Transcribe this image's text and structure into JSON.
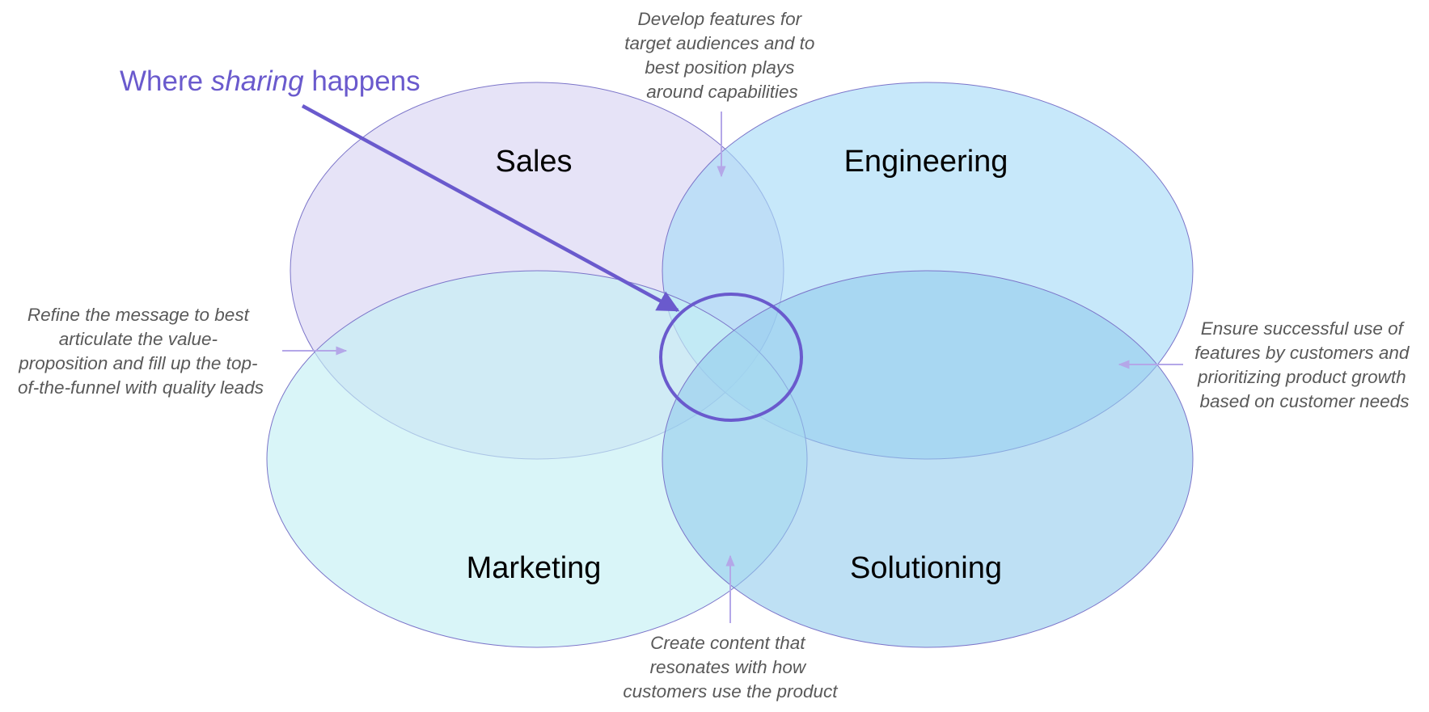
{
  "headline": {
    "prefix": "Where ",
    "emphasis": "sharing",
    "suffix": " happens"
  },
  "sections": {
    "sales": "Sales",
    "engineering": "Engineering",
    "marketing": "Marketing",
    "solutioning": "Solutioning"
  },
  "notes": {
    "top": [
      "Develop features for",
      "target audiences and to",
      "best position plays",
      "around capabilities"
    ],
    "left": [
      "Refine the message to best",
      "articulate the value-",
      "proposition and fill up the top-",
      "of-the-funnel with quality leads"
    ],
    "right": [
      "Ensure successful use of",
      "features by customers and",
      "prioritizing product growth",
      "based on customer needs"
    ],
    "bottom": [
      "Create content that",
      "resonates with how",
      "customers use the product"
    ]
  },
  "colors": {
    "accent": "#6A5ACD",
    "arrow_light": "#B4A7E8",
    "sales_fill": "#DCD7F3",
    "engineering_fill": "#A9DCF7",
    "marketing_fill": "#C5F0F5",
    "solutioning_fill": "#93CBEC",
    "outline": "#7B74C9"
  }
}
